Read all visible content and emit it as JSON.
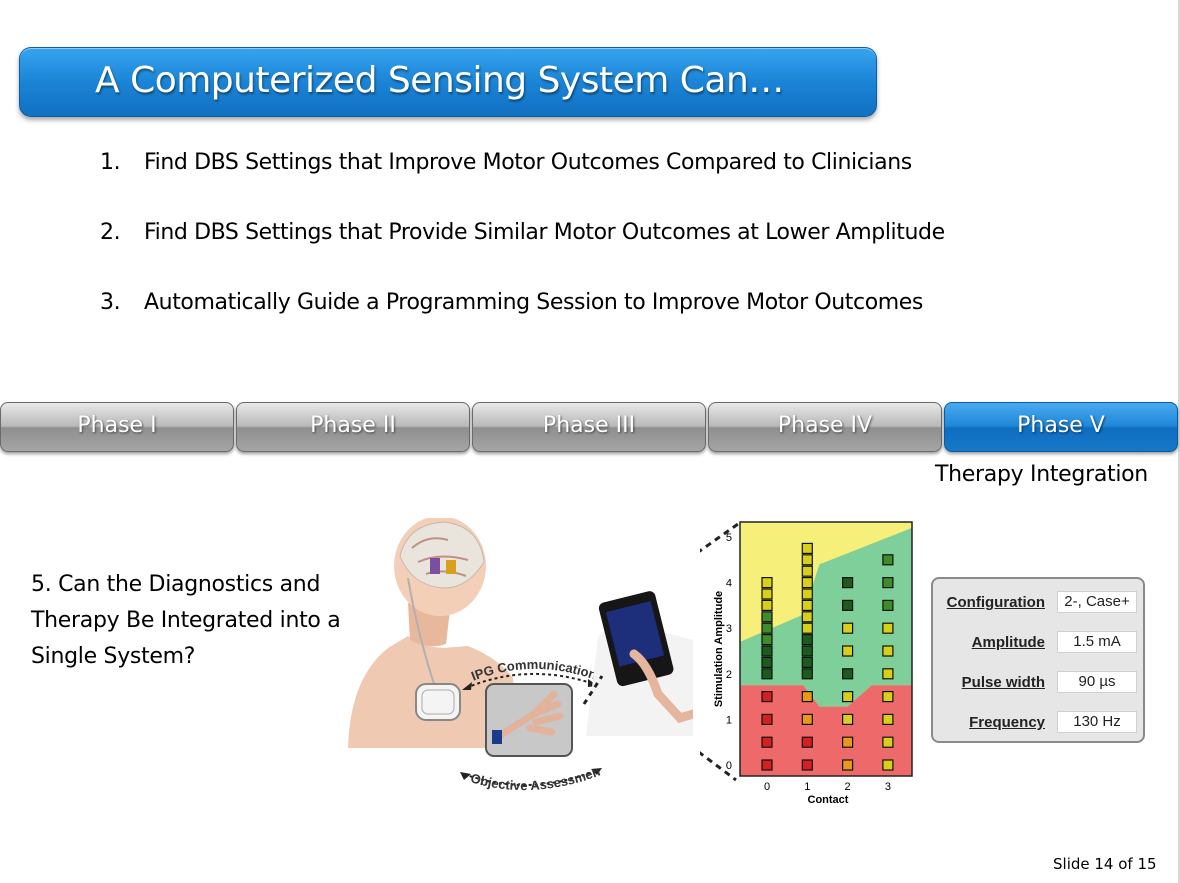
{
  "title": "A Computerized Sensing System Can…",
  "goals": [
    {
      "num": "1.",
      "text": "Find DBS Settings that Improve Motor Outcomes Compared to Clinicians"
    },
    {
      "num": "2.",
      "text": "Find DBS Settings that Provide Similar Motor Outcomes at Lower Amplitude"
    },
    {
      "num": "3.",
      "text": "Automatically Guide a Programming Session to Improve Motor Outcomes"
    }
  ],
  "phases": [
    {
      "label": "Phase I",
      "active": false
    },
    {
      "label": "Phase II",
      "active": false
    },
    {
      "label": "Phase III",
      "active": false
    },
    {
      "label": "Phase IV",
      "active": false
    },
    {
      "label": "Phase V",
      "active": true
    }
  ],
  "phase_caption": "Therapy Integration",
  "question": "5. Can the Diagnostics and Therapy Be Integrated into a Single System?",
  "illustration": {
    "ipg_label": "IPG Communication",
    "assessment_label": "Objective Assessment"
  },
  "chart_data": {
    "type": "heatmap",
    "xlabel": "Contact",
    "ylabel": "Stimulation Amplitude",
    "x_ticks": [
      "0",
      "1",
      "2",
      "3"
    ],
    "y_ticks": [
      "0",
      "1",
      "2",
      "3",
      "4",
      "5"
    ],
    "regions": [
      "yellow",
      "green",
      "red"
    ],
    "colors": {
      "region_yellow": "#f6f07a",
      "region_green": "#7fcf9a",
      "region_red": "#ee6a6a",
      "cell_red": "#d42020",
      "cell_orange": "#e89a16",
      "cell_yellow": "#d8d018",
      "cell_dark_green": "#1d5a1d",
      "cell_green": "#3e8d2a"
    }
  },
  "settings": [
    {
      "label": "Configuration",
      "value": "2-, Case+"
    },
    {
      "label": "Amplitude",
      "value": "1.5 mA"
    },
    {
      "label": "Pulse width",
      "value": "90 µs"
    },
    {
      "label": "Frequency",
      "value": "130 Hz"
    }
  ],
  "slide_number": "Slide 14 of 15"
}
